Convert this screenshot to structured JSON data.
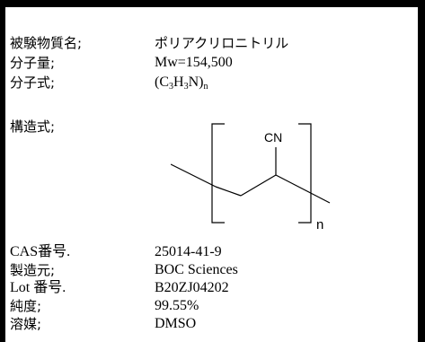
{
  "rows": {
    "name": {
      "label": "被験物質名;",
      "value": "ポリアクリロニトリル"
    },
    "mw": {
      "label": "分子量;",
      "value": "Mw=154,500"
    },
    "formula": {
      "label": "分子式;",
      "value": {
        "open": "(C",
        "sub1": "3",
        "mid1": "H",
        "sub2": "3",
        "mid2": "N)",
        "sub3": "n"
      }
    },
    "structure": {
      "label": "構造式;"
    },
    "cas": {
      "label": "CAS番号.",
      "value": "25014-41-9"
    },
    "maker": {
      "label": "製造元;",
      "value": "BOC Sciences"
    },
    "lot": {
      "label": "Lot 番号.",
      "value": "B20ZJ04202"
    },
    "purity": {
      "label": "純度;",
      "value": "99.55%"
    },
    "solvent": {
      "label": "溶媒;",
      "value": "DMSO"
    }
  },
  "structure_diagram": {
    "group": "CN",
    "repeat": "n"
  }
}
